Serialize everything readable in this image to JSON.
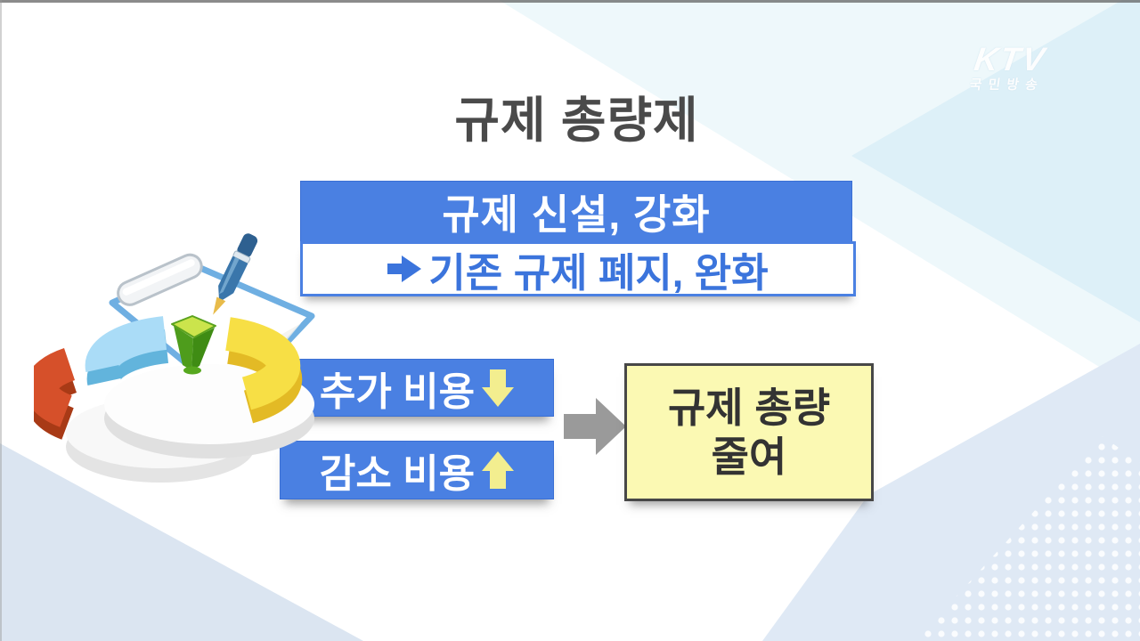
{
  "header": {
    "title": "규제 총량제"
  },
  "watermark": {
    "brand": "KTV",
    "subtitle": "국민방송"
  },
  "flow_top": {
    "cause": "규제 신설, 강화",
    "effect": "기존 규제 폐지, 완화"
  },
  "flow_bottom": {
    "added_cost": "추가 비용",
    "reduced_cost": "감소 비용",
    "result_line1": "규제 총량",
    "result_line2": "줄여"
  },
  "icons": {
    "effect_arrow": "right-arrow",
    "added_cost_arrow": "down-arrow",
    "reduced_cost_arrow": "up-arrow",
    "flow_arrow": "right-arrow",
    "illustration": "pie-chart-clipboard-pen"
  },
  "colors": {
    "accent_blue": "#4a80e2",
    "text_blue": "#3b74dc",
    "result_yellow": "#fbf9b3",
    "result_border": "#474747",
    "arrow_yellow": "#f3ee8f",
    "arrow_gray": "#9a9a9a",
    "title_gray": "#4a4a4a",
    "bg_wash_blue": "#dfe9f5",
    "bg_wash_cyan": "#e6f5fa"
  }
}
